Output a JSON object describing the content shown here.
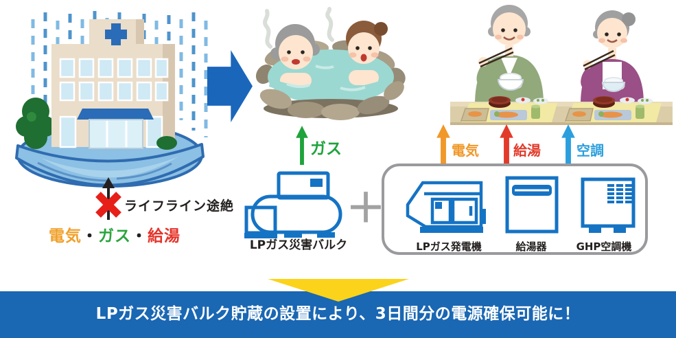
{
  "scenes": {
    "disaster": {
      "illustration": "flooded-hospital-in-rain",
      "lifeline_cut_label": "ライフライン途絶",
      "x_mark_color": "#e71f19",
      "utilities": [
        {
          "text": "電気",
          "color": "#f0a02a"
        },
        {
          "text": "・",
          "color": "#24201f"
        },
        {
          "text": "ガス",
          "color": "#2aa53c"
        },
        {
          "text": "・",
          "color": "#24201f"
        },
        {
          "text": "給湯",
          "color": "#e5342a"
        }
      ]
    },
    "bath": {
      "illustration": "elderly-women-in-hot-spring"
    },
    "dining": {
      "illustration": "elderly-couple-eating-meal"
    }
  },
  "supply": {
    "gas_arrow": {
      "label": "ガス",
      "color": "#1fa33c"
    },
    "tank_label": "LPガス災害バルク",
    "plus_symbol": "＋"
  },
  "equipment_box": {
    "border_color": "#9a9a9e",
    "outline_color": "#1573c4",
    "items": [
      {
        "label": "LPガス発電機",
        "icon": "generator-icon"
      },
      {
        "label": "給湯器",
        "icon": "water-heater-icon"
      },
      {
        "label": "GHP空調機",
        "icon": "air-conditioner-icon"
      }
    ],
    "output_arrows": [
      {
        "label": "電気",
        "color": "#f0982a"
      },
      {
        "label": "給湯",
        "color": "#e23a2a"
      },
      {
        "label": "空調",
        "color": "#2b9fdd"
      }
    ]
  },
  "flow": {
    "arrow_color": "#1a66bb"
  },
  "conclusion": {
    "pointer_color": "#fcd31b",
    "banner_color": "#1a67b3",
    "text": "LPガス災害バルク貯蔵の設置により、3日間分の電源確保可能に！"
  }
}
